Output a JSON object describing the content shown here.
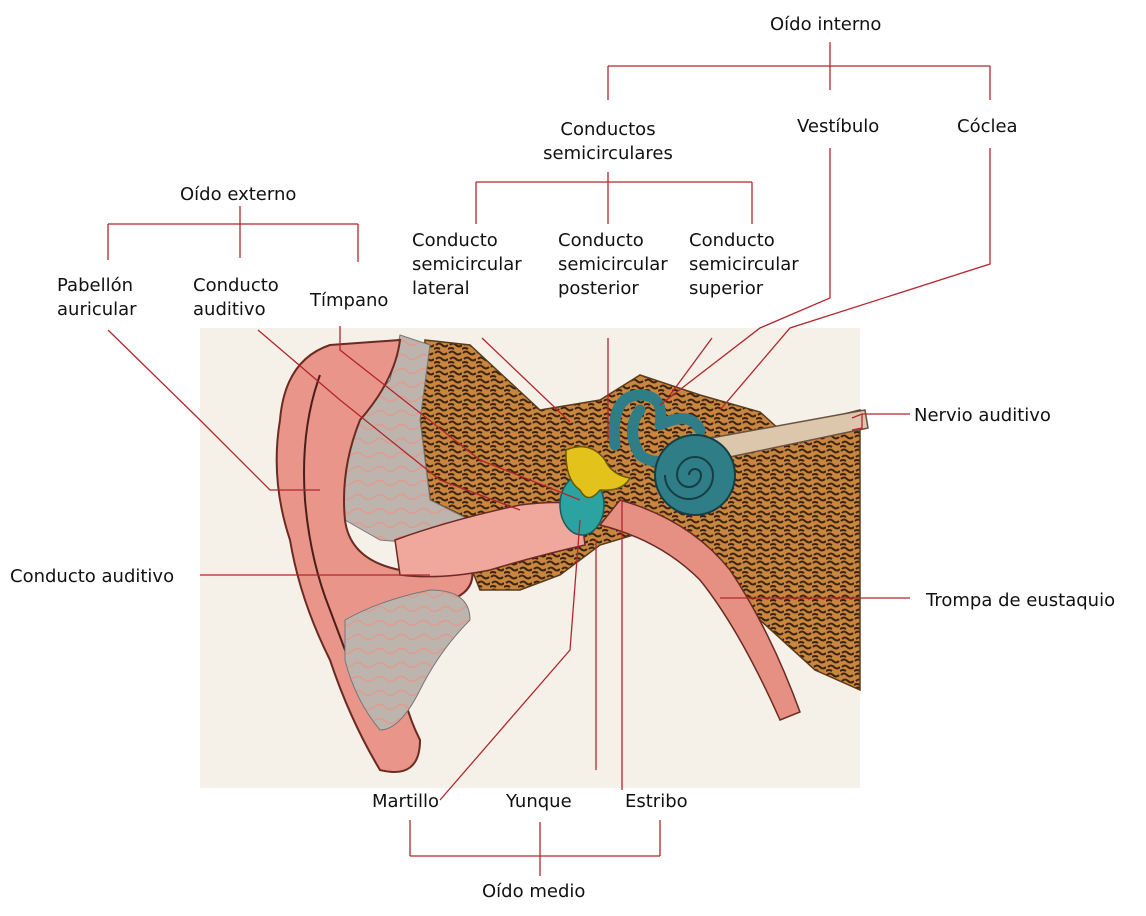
{
  "labels": {
    "oido_interno": "Oído interno",
    "conductos_semicirculares": [
      "Conductos",
      "semicirculares"
    ],
    "vestibulo": "Vestíbulo",
    "coclea": "Cóclea",
    "oido_externo": "Oído externo",
    "pabellon_auricular": [
      "Pabellón",
      "auricular"
    ],
    "conducto_auditivo_top": [
      "Conducto",
      "auditivo"
    ],
    "timpano": "Tímpano",
    "conducto_lateral": [
      "Conducto",
      "semicircular",
      "lateral"
    ],
    "conducto_posterior": [
      "Conducto",
      "semicircular",
      "posterior"
    ],
    "conducto_superior": [
      "Conducto",
      "semicircular",
      "superior"
    ],
    "nervio_auditivo": "Nervio auditivo",
    "conducto_auditivo_left": "Conducto auditivo",
    "trompa_eustaquio": "Trompa de eustaquio",
    "martillo": "Martillo",
    "yunque": "Yunque",
    "estribo": "Estribo",
    "oido_medio": "Oído medio"
  },
  "colors": {
    "leader_line": "#b3262d",
    "skin": "#e9958a",
    "bone": "#8b5a2b",
    "cochlea": "#2f7d86",
    "ossicle": "#e3c21c",
    "cartilage": "#b7b0a6"
  }
}
